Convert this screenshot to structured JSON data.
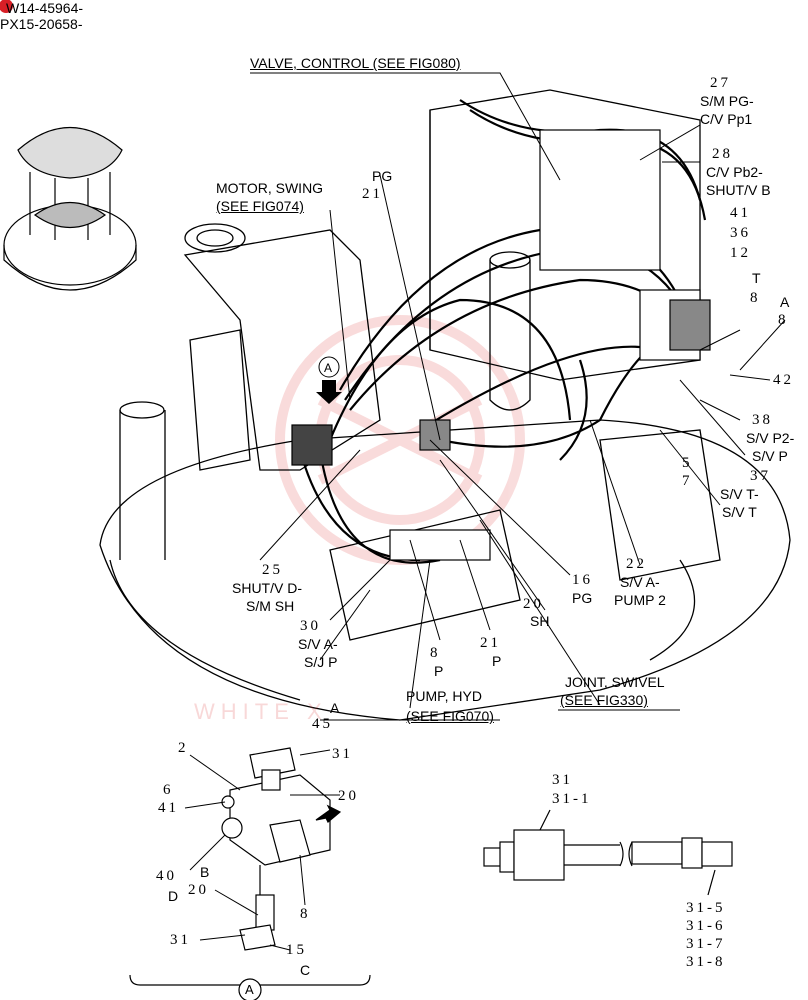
{
  "serials": [
    "W14-45964-",
    "PX15-20658-"
  ],
  "titles": {
    "valve_control": "VALVE, CONTROL (SEE FIG080)",
    "motor_swing_1": "MOTOR, SWING",
    "motor_swing_2": "(SEE FIG074)",
    "pump_hyd_1": "PUMP, HYD",
    "pump_hyd_2": "(SEE FIG070)",
    "joint_swivel_1": "JOINT, SWIVEL",
    "joint_swivel_2": "(SEE FIG330)"
  },
  "callouts": {
    "c27": "27",
    "spg": "S/M PG-",
    "cvpp1": "C/V Pp1",
    "c28": "28",
    "cvpb2": "C/V Pb2-",
    "shutvb": "SHUT/V B",
    "c41": "41",
    "c36": "36",
    "c12": "12",
    "t_top": "T",
    "c8_t": "8",
    "a_top": "A",
    "c8_a": "8",
    "c42": "42",
    "c38": "38",
    "svp2": "S/V P2-",
    "svp": "S/V P",
    "c5": "5",
    "c7": "7",
    "c37": "37",
    "svt1": "S/V T-",
    "svt2": "S/V T",
    "c22": "22",
    "sva": "S/V A-",
    "pump2": "PUMP 2",
    "c16": "16",
    "pg_mid": "PG",
    "c20_mid": "20",
    "sh_mid": "SH",
    "c21_mid": "21",
    "p_mid": "P",
    "c8_mid": "8",
    "p_mid2": "P",
    "pg_top": "PG",
    "c21_top": "21",
    "c25": "25",
    "shutvd": "SHUT/V D-",
    "smsh": "S/M SH",
    "c30": "30",
    "sva2": "S/V A-",
    "sjp": "S/J P",
    "a_mid": "A",
    "c45_mid": "45",
    "circle_a": "A"
  },
  "detail": {
    "n2": "2",
    "n31a": "31",
    "n20": "20",
    "n6": "6",
    "n41": "41",
    "n40": "40",
    "b": "B",
    "d": "D",
    "n20b": "20",
    "n8": "8",
    "n31b": "31",
    "n15": "15",
    "c": "C",
    "circle_a": "A"
  },
  "switch_detail": {
    "n31": "31",
    "n31_1": "31-1",
    "n31_5": "31-5",
    "n31_6": "31-6",
    "n31_7": "31-7",
    "n31_8": "31-8"
  },
  "watermark": "WHITE X",
  "colors": {
    "line": "#000000",
    "watermark": "#e04040",
    "badge": "#d81f26"
  }
}
